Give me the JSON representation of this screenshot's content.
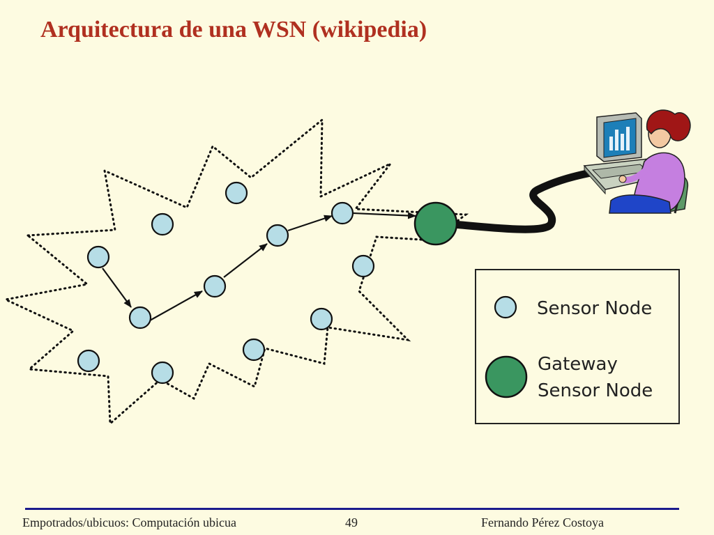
{
  "slide": {
    "title": "Arquitectura de una WSN (wikipedia)"
  },
  "legend": {
    "sensor_label": "Sensor Node",
    "gateway_label_line1": "Gateway",
    "gateway_label_line2": "Sensor Node"
  },
  "colors": {
    "title": "#b03020",
    "sensor_node": "#b6dde6",
    "gateway_node": "#3a9660",
    "background": "#fdfbe1",
    "footer_rule": "#1a1a8c"
  },
  "icons": {
    "workstation": "user-at-computer-icon"
  },
  "footer": {
    "left": "Empotrados/ubicuos: Computación ubicua",
    "page": "49",
    "right": "Fernando Pérez Costoya"
  }
}
